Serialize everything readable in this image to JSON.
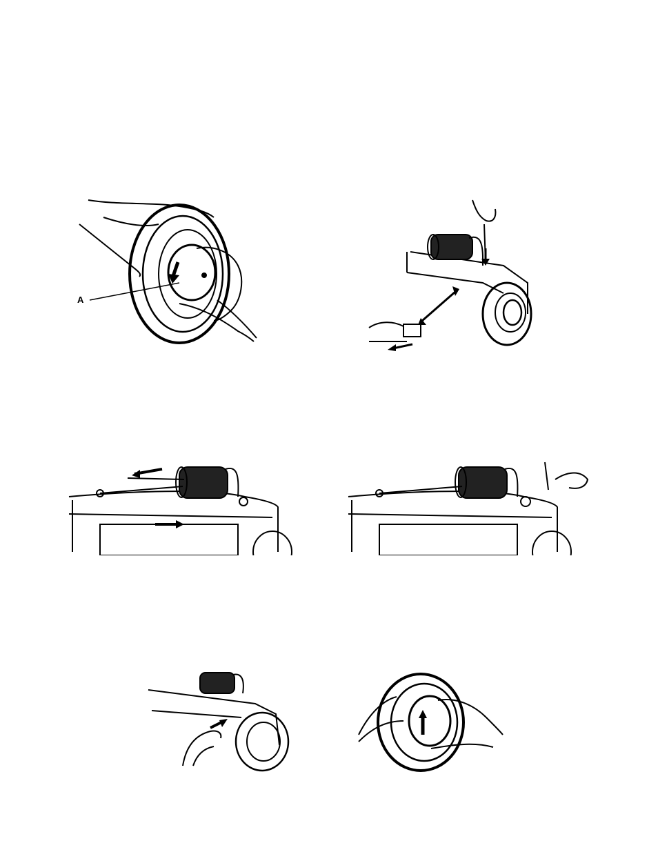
{
  "figures": [
    {
      "id": "fig-1",
      "callout": "A"
    },
    {
      "id": "fig-2"
    },
    {
      "id": "fig-3"
    },
    {
      "id": "fig-4"
    },
    {
      "id": "fig-5"
    },
    {
      "id": "fig-6"
    }
  ]
}
